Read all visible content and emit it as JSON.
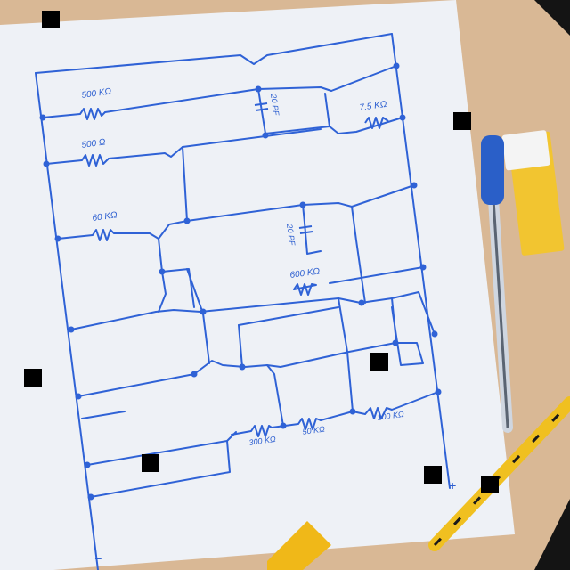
{
  "photo": {
    "colors": {
      "desk": "#d9b895",
      "paper": "#eef1f6",
      "ink": "#2f62d6",
      "background": "#141414"
    },
    "schematic_labels": {
      "r1": "500 KΩ",
      "r2": "500 Ω",
      "r3": "60 KΩ",
      "r4": "7.5 KΩ",
      "r5": "600 KΩ",
      "r6": "300 KΩ",
      "r7": "50 KΩ",
      "r8": "100 KΩ",
      "c1": "20 PF",
      "c2": "20 PF"
    },
    "terminals": {
      "plus": "+",
      "minus": "−"
    },
    "objects": [
      "eraser",
      "ballpoint-pen",
      "pencil",
      "sharpener"
    ]
  }
}
